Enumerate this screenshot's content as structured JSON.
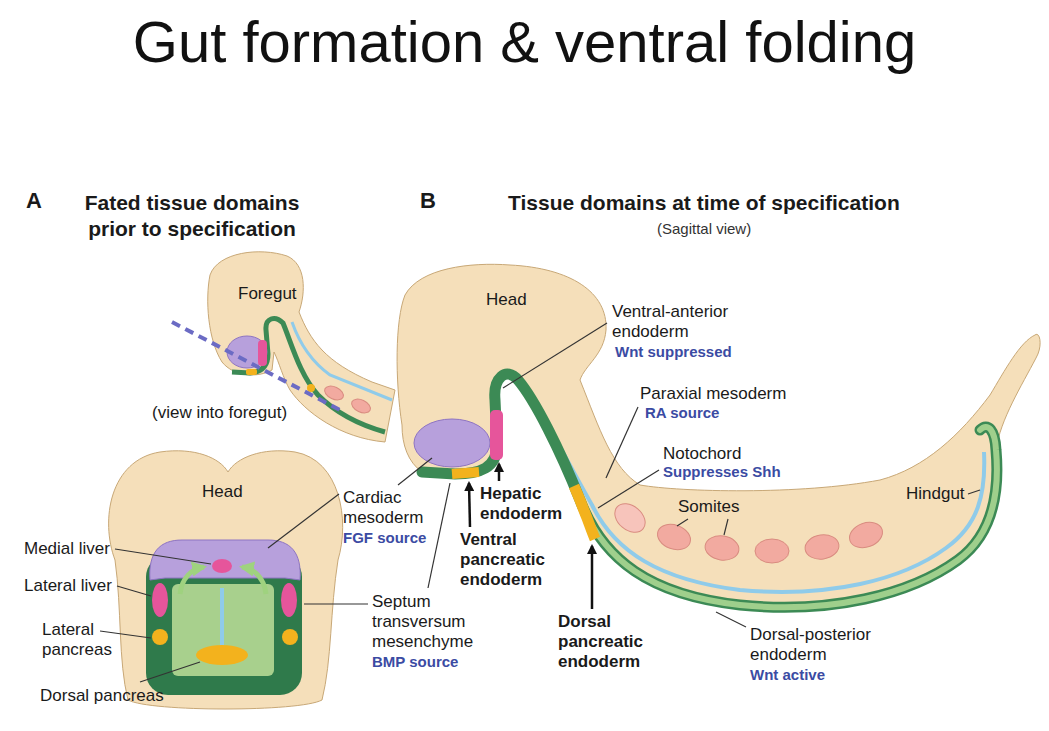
{
  "diagram": {
    "title": "Gut formation & ventral folding",
    "labels": [
      "A",
      "Fated tissue domains prior to specification",
      "B",
      "Tissue domains at time of specification",
      "(Sagittal view)",
      "Foregut",
      "(view into foregut)",
      "Head",
      "Medial liver",
      "Lateral liver",
      "Lateral pancreas",
      "Dorsal pancreas",
      "Head",
      "Ventral-anterior endoderm",
      "Wnt suppressed",
      "Paraxial mesoderm",
      "RA source",
      "Notochord",
      "Suppresses Shh",
      "Somites",
      "Hindgut",
      "Cardiac mesoderm",
      "FGF source",
      "Hepatic endoderm",
      "Ventral pancreatic endoderm",
      "Septum transversum mesenchyme",
      "BMP source",
      "Dorsal pancreatic endoderm",
      "Dorsal-posterior endoderm",
      "Wnt active"
    ]
  }
}
